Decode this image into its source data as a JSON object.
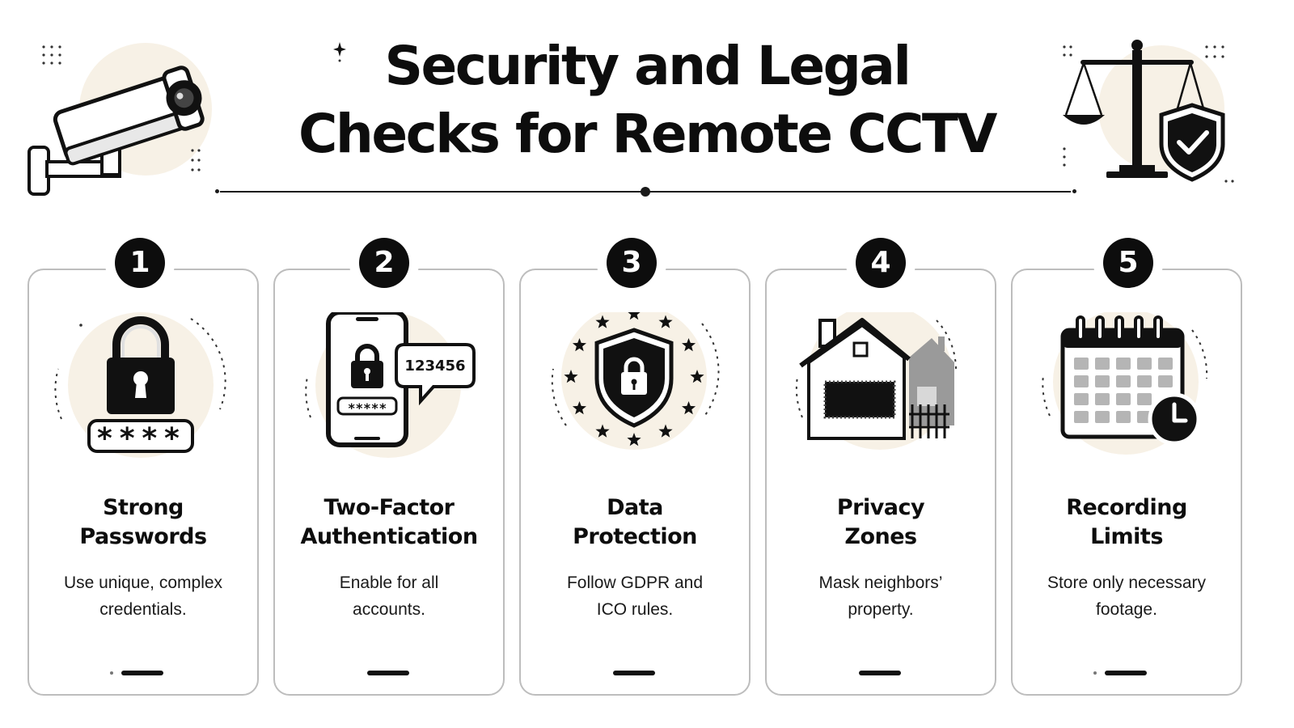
{
  "header": {
    "title_line1": "Security and Legal",
    "title_line2": "Checks for Remote CCTV",
    "left_icon": "cctv-camera-icon",
    "right_icon": "scales-of-justice-shield-icon"
  },
  "colors": {
    "ink": "#0d0d0d",
    "accent_bg": "#f7f1e6",
    "card_border": "#bdbdbd"
  },
  "cards": [
    {
      "number": "1",
      "icon": "padlock-password-icon",
      "title": "Strong\nPasswords",
      "description": "Use unique, complex\ncredentials.",
      "password_mask": "****"
    },
    {
      "number": "2",
      "icon": "smartphone-otp-icon",
      "title": "Two-Factor\nAuthentication",
      "description": "Enable for all\naccounts.",
      "otp_code": "123456",
      "password_mask": "*****"
    },
    {
      "number": "3",
      "icon": "eu-shield-lock-icon",
      "title": "Data\nProtection",
      "description": "Follow GDPR and\nICO rules."
    },
    {
      "number": "4",
      "icon": "house-privacy-mask-icon",
      "title": "Privacy\nZones",
      "description": "Mask neighbors’\nproperty."
    },
    {
      "number": "5",
      "icon": "calendar-clock-icon",
      "title": "Recording\nLimits",
      "description": "Store only necessary\nfootage."
    }
  ]
}
